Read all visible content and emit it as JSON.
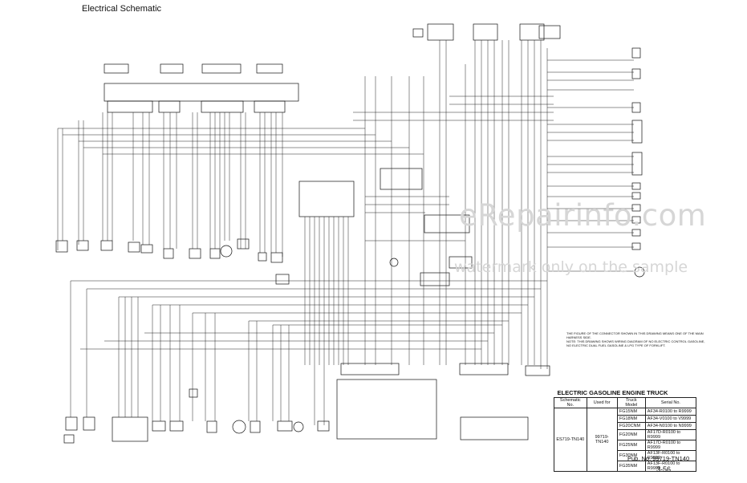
{
  "page": {
    "title": "Electrical Schematic"
  },
  "watermark": {
    "brand": "eRepairinfo.com",
    "note": "watermark only on the sample"
  },
  "notes": [
    "THE FIGURE OF THE CONNECTOR SHOWN IN THIS DRAWING MEANS ONE OF THE MAIN",
    "HARNESS SIDE.",
    "NOTE: THIS DRAWING SHOWS WIRING DIAGRAM OF NO ELECTRIC CONTROL GASOLINE,",
    "NO ELECTRIC DUAL FUEL GASOLINE & LPG TYPE OF FORKLIFT."
  ],
  "info_table": {
    "title": "ELECTRIC GASOLINE ENGINE TRUCK",
    "headers": [
      "Schematic No.",
      "Used for",
      "Truck Model",
      "Serial No."
    ],
    "schematic_no": "ES719-TN140",
    "used_for": "99719-TN140",
    "rows": [
      {
        "model": "FG15NM",
        "serial": "AF34-R0100 to R9999"
      },
      {
        "model": "FG18NM",
        "serial": "AF34-V0100 to V9999"
      },
      {
        "model": "FG20CNM",
        "serial": "AF34-N0100 to N9999"
      },
      {
        "model": "FG20NM",
        "serial": "AF17D-R0100 to R9999"
      },
      {
        "model": "FG25NM",
        "serial": "AF17D-R0100 to R9999"
      },
      {
        "model": "FG30NM",
        "serial": "AF13F-R0100 to R9999"
      },
      {
        "model": "FG35NM",
        "serial": "AF13F-R0100 to R9999"
      }
    ]
  },
  "footer": {
    "pub": "Pub. No. 99719-TN140",
    "page_number": "3-56"
  }
}
